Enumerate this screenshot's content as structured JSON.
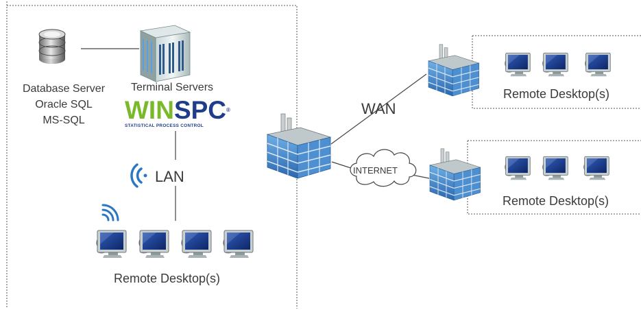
{
  "nodes": {
    "database_server": [
      "Database Server",
      "Oracle SQL",
      "MS-SQL"
    ],
    "terminal_servers": "Terminal Servers",
    "logo": {
      "word_green": "WIN",
      "word_blue": "SPC",
      "registered": "®",
      "tagline": "STATISTICAL PROCESS CONTROL"
    },
    "lan": "LAN",
    "remote_main": "Remote Desktop(s)",
    "wan": "WAN",
    "internet": "INTERNET",
    "remote_top": "Remote Desktop(s)",
    "remote_bottom": "Remote Desktop(s)"
  },
  "colors": {
    "logo_green": "#7ab929",
    "logo_blue": "#1f3d8a",
    "building_blue": "#3f83c8",
    "monitor_screen": "#1c3f91",
    "wifi_blue": "#2a78c4"
  },
  "icons": [
    "database-icon",
    "terminal-server-icon",
    "office-building-icon",
    "computer-icon",
    "wifi-icon",
    "cloud-icon"
  ]
}
